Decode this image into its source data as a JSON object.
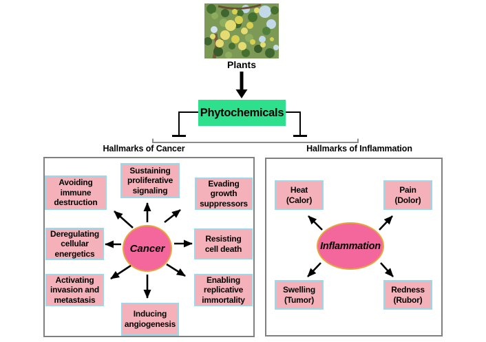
{
  "plants": {
    "label": "Plants"
  },
  "phytochemicals": {
    "label": "Phytochemicals"
  },
  "cancer_panel": {
    "header": "Hallmarks of Cancer",
    "center_label": "Cancer",
    "boxes": [
      {
        "label": "Avoiding\nimmune\ndestruction"
      },
      {
        "label": "Sustaining\nproliferative\nsignaling"
      },
      {
        "label": "Evading\ngrowth\nsuppressors"
      },
      {
        "label": "Deregulating\ncellular\nenergetics"
      },
      {
        "label": "Resisting\ncell death"
      },
      {
        "label": "Activating\ninvasion and\nmetastasis"
      },
      {
        "label": "Enabling\nreplicative\nimmortality"
      },
      {
        "label": "Inducing\nangiogenesis"
      }
    ]
  },
  "inflammation_panel": {
    "header": "Hallmarks of Inflammation",
    "center_label": "Inflammation",
    "boxes": [
      {
        "label": "Heat\n(Calor)"
      },
      {
        "label": "Pain\n(Dolor)"
      },
      {
        "label": "Swelling\n(Tumor)"
      },
      {
        "label": "Redness\n(Rubor)"
      }
    ]
  },
  "colors": {
    "phytochemicals_bg": "#2ee08c",
    "hallmark_box_bg": "#f5b1b9",
    "hallmark_box_border": "#99d9ea",
    "center_shape_fill": "#f4679c",
    "center_shape_border": "#e8a43c",
    "panel_border": "#7f7f7f",
    "connector": "#000000",
    "bracket_line": "#8c8c8c"
  }
}
